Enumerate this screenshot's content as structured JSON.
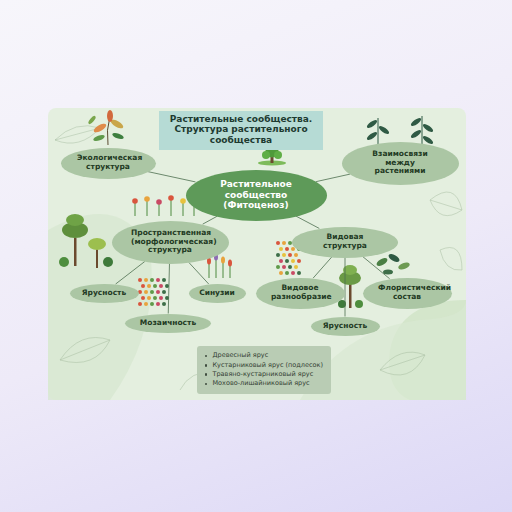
{
  "diagram": {
    "title": "Растительные сообщества. Структура растительного сообщества",
    "nodes": [
      {
        "text": [
          "Растительное сообщество (Фитоценоз)"
        ]
      },
      {
        "text": [
          "Экологическая структура"
        ]
      },
      {
        "text": [
          "Взаимосвязи между растениями"
        ]
      },
      {
        "text": [
          "Пространственная (морфологическая) структура"
        ]
      },
      {
        "text": [
          "Видовая структура"
        ]
      },
      {
        "text": [
          "Ярусность"
        ]
      },
      {
        "text": [
          "Мозаичность"
        ]
      },
      {
        "text": [
          "Синузии"
        ]
      },
      {
        "text": [
          "Видовое разнообразие"
        ]
      },
      {
        "text": [
          "Флористический состав"
        ]
      },
      {
        "text": [
          "Ярусность"
        ]
      },
      {
        "text": [
          "Древесный ярус",
          "Кустарниковый ярус (подлесок)",
          "Травяно-кустарниковый ярус",
          "Мохово-лишайниковый ярус"
        ]
      }
    ],
    "edges": [
      {
        "from": 0,
        "to": 1,
        "arrow": "none"
      },
      {
        "from": 0,
        "to": 2,
        "arrow": "none"
      },
      {
        "from": 0,
        "to": 3,
        "arrow": "none"
      },
      {
        "from": 0,
        "to": 4,
        "arrow": "none"
      },
      {
        "from": 3,
        "to": 5,
        "arrow": "none"
      },
      {
        "from": 3,
        "to": 6,
        "arrow": "none"
      },
      {
        "from": 3,
        "to": 7,
        "arrow": "none"
      },
      {
        "from": 4,
        "to": 8,
        "arrow": "none"
      },
      {
        "from": 4,
        "to": 9,
        "arrow": "none"
      },
      {
        "from": 4,
        "to": 10,
        "arrow": "none"
      }
    ]
  }
}
